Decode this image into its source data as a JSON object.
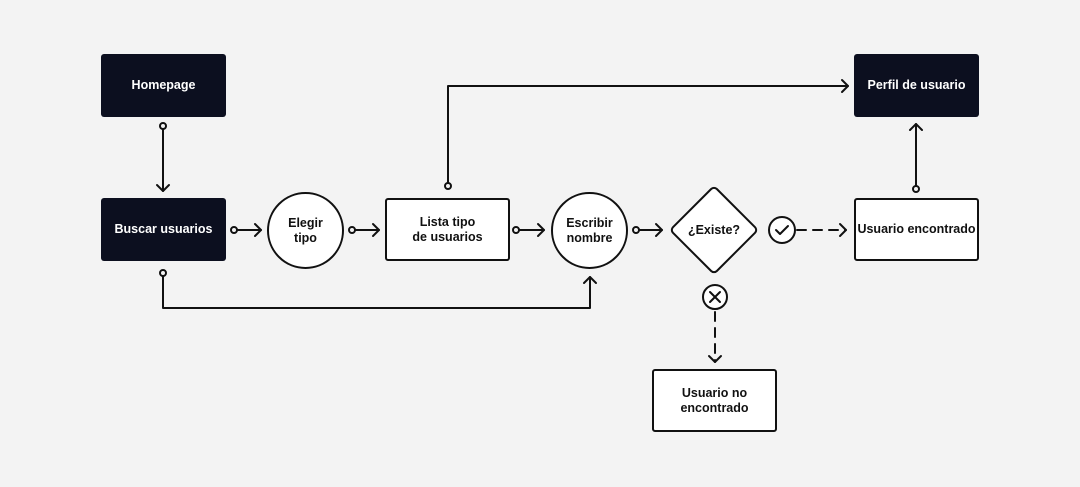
{
  "nodes": {
    "homepage": "Homepage",
    "buscar": "Buscar usuarios",
    "elegir": "Elegir\ntipo",
    "lista": "Lista tipo\nde usuarios",
    "escribir": "Escribir\nnombre",
    "existe": "¿Existe?",
    "perfil": "Perfil de usuario",
    "encontrado": "Usuario encontrado",
    "no_encontrado": "Usuario no\nencontrado"
  },
  "icons": {
    "yes": "check-icon",
    "no": "close-icon"
  },
  "colors": {
    "background": "#f3f3f3",
    "dark_node": "#0c0f1f",
    "stroke": "#111111"
  }
}
